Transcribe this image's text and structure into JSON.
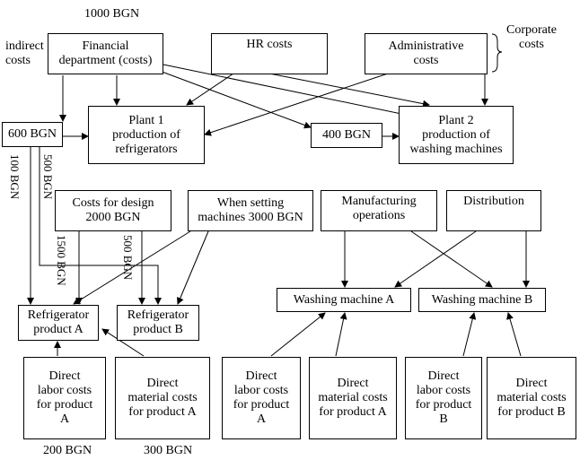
{
  "labels": {
    "top_amount": "1000 BGN",
    "indirect_costs": "indirect\ncosts",
    "corporate_costs": "Corporate\ncosts",
    "bottom_left_amount": "200 BGN",
    "bottom_right_amount": "300 BGN",
    "v_100": "100 BGN",
    "v_500_left": "500 BGN",
    "v_1500": "1500 BGN",
    "v_500_mid": "500 BGN"
  },
  "boxes": {
    "financial": "Financial\ndepartment (costs)",
    "hr": "HR costs",
    "administrative": "Administrative\ncosts",
    "plant1": "Plant 1\nproduction of\nrefrigerators",
    "plant2": "Plant 2\nproduction of\nwashing machines",
    "bgn600": "600 BGN",
    "bgn400": "400 BGN",
    "design": "Costs for design\n2000 BGN",
    "setting": "When setting\nmachines 3000 BGN",
    "manufacturing": "Manufacturing\noperations",
    "distribution": "Distribution",
    "fridge_a": "Refrigerator\nproduct A",
    "fridge_b": "Refrigerator\nproduct B",
    "washer_a": "Washing machine A",
    "washer_b": "Washing machine B",
    "labor_a": "Direct\nlabor costs\nfor product\nA",
    "material_a": "Direct\nmaterial costs\nfor product A",
    "labor_wa": "Direct\nlabor costs\nfor product\nA",
    "material_wa": "Direct\nmaterial costs\nfor product A",
    "labor_wb": "Direct\nlabor costs\nfor product\nB",
    "material_wb": "Direct\nmaterial costs\nfor product B"
  }
}
